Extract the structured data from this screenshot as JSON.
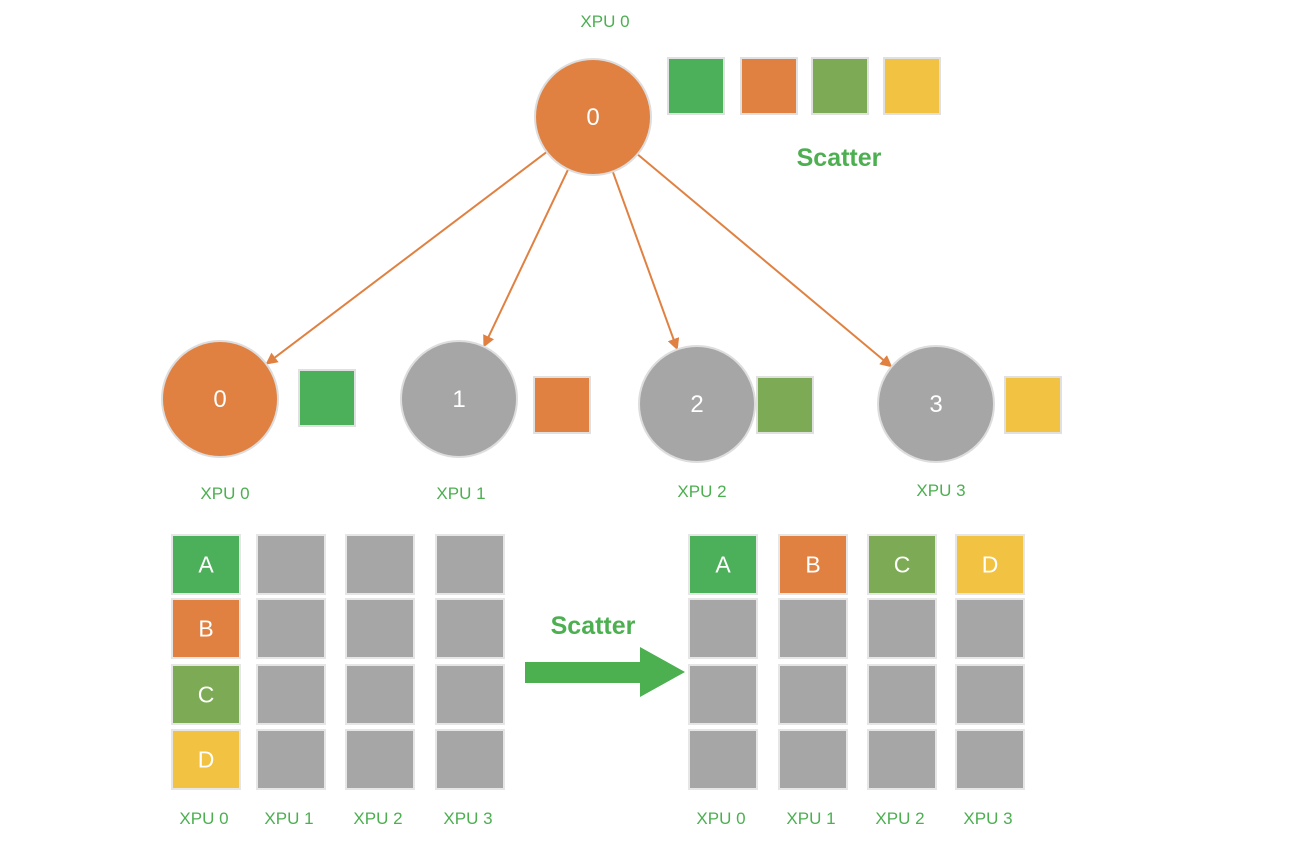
{
  "colors": {
    "green": "#4caf5a",
    "orange": "#e08142",
    "olive": "#7dab55",
    "yellow": "#f2c242",
    "grey": "#a6a6a6",
    "label_green": "#4caf50",
    "arrow_orange": "#e08142"
  },
  "root": {
    "label": "XPU 0",
    "rank": "0"
  },
  "root_chunks": [
    "green",
    "orange",
    "olive",
    "yellow"
  ],
  "scatter_label": "Scatter",
  "children": [
    {
      "rank": "0",
      "label": "XPU 0",
      "color": "orange",
      "chunk": "green"
    },
    {
      "rank": "1",
      "label": "XPU 1",
      "color": "grey",
      "chunk": "orange"
    },
    {
      "rank": "2",
      "label": "XPU 2",
      "color": "grey",
      "chunk": "olive"
    },
    {
      "rank": "3",
      "label": "XPU 3",
      "color": "grey",
      "chunk": "yellow"
    }
  ],
  "before_grid": {
    "columns": [
      {
        "label": "XPU 0",
        "cells": [
          {
            "text": "A",
            "color": "green"
          },
          {
            "text": "B",
            "color": "orange"
          },
          {
            "text": "C",
            "color": "olive"
          },
          {
            "text": "D",
            "color": "yellow"
          }
        ]
      },
      {
        "label": "XPU 1",
        "cells": [
          {
            "text": "",
            "color": "grey"
          },
          {
            "text": "",
            "color": "grey"
          },
          {
            "text": "",
            "color": "grey"
          },
          {
            "text": "",
            "color": "grey"
          }
        ]
      },
      {
        "label": "XPU 2",
        "cells": [
          {
            "text": "",
            "color": "grey"
          },
          {
            "text": "",
            "color": "grey"
          },
          {
            "text": "",
            "color": "grey"
          },
          {
            "text": "",
            "color": "grey"
          }
        ]
      },
      {
        "label": "XPU 3",
        "cells": [
          {
            "text": "",
            "color": "grey"
          },
          {
            "text": "",
            "color": "grey"
          },
          {
            "text": "",
            "color": "grey"
          },
          {
            "text": "",
            "color": "grey"
          }
        ]
      }
    ]
  },
  "transition_label": "Scatter",
  "after_grid": {
    "columns": [
      {
        "label": "XPU 0",
        "cells": [
          {
            "text": "A",
            "color": "green"
          },
          {
            "text": "",
            "color": "grey"
          },
          {
            "text": "",
            "color": "grey"
          },
          {
            "text": "",
            "color": "grey"
          }
        ]
      },
      {
        "label": "XPU 1",
        "cells": [
          {
            "text": "B",
            "color": "orange"
          },
          {
            "text": "",
            "color": "grey"
          },
          {
            "text": "",
            "color": "grey"
          },
          {
            "text": "",
            "color": "grey"
          }
        ]
      },
      {
        "label": "XPU 2",
        "cells": [
          {
            "text": "C",
            "color": "olive"
          },
          {
            "text": "",
            "color": "grey"
          },
          {
            "text": "",
            "color": "grey"
          },
          {
            "text": "",
            "color": "grey"
          }
        ]
      },
      {
        "label": "XPU 3",
        "cells": [
          {
            "text": "D",
            "color": "yellow"
          },
          {
            "text": "",
            "color": "grey"
          },
          {
            "text": "",
            "color": "grey"
          },
          {
            "text": "",
            "color": "grey"
          }
        ]
      }
    ]
  }
}
